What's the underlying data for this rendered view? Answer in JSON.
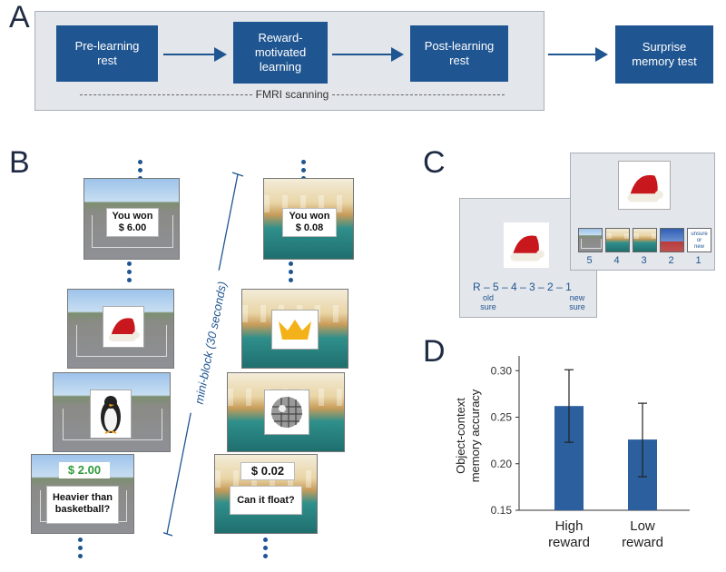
{
  "panels": {
    "a": "A",
    "b": "B",
    "c": "C",
    "d": "D"
  },
  "panel_a": {
    "steps": [
      "Pre-learning rest",
      "Reward-\nmotivated\nlearning",
      "Post-learning rest",
      "Surprise memory test"
    ],
    "scan_label": "FMRI scanning"
  },
  "panel_b": {
    "mini_block_label": "mini-block (30 seconds)",
    "left_column": {
      "win_card": [
        "You won",
        "$ 6.00"
      ],
      "reward_amount": "$ 2.00",
      "question": [
        "Heavier than",
        "basketball?"
      ]
    },
    "right_column": {
      "win_card": [
        "You won",
        "$ 0.08"
      ],
      "reward_amount": "$ 0.02",
      "question": "Can it float?"
    }
  },
  "panel_c": {
    "scale": "R – 5 – 4 – 3 – 2 – 1",
    "old_label": [
      "old",
      "sure"
    ],
    "new_label": [
      "new",
      "sure"
    ],
    "context_numbers": [
      "5",
      "4",
      "3",
      "2",
      "1"
    ],
    "unsure_label": [
      "unsure",
      "or",
      "new"
    ]
  },
  "chart_data": {
    "type": "bar",
    "categories": [
      "High\nreward",
      "Low\nreward"
    ],
    "values": [
      0.262,
      0.226
    ],
    "errors": [
      [
        0.223,
        0.301
      ],
      [
        0.186,
        0.265
      ]
    ],
    "ylabel": "Object-context\nmemory accuracy",
    "ylim": [
      0.15,
      0.31
    ],
    "yticks": [
      "0.15",
      "0.20",
      "0.25",
      "0.30"
    ],
    "ytick_values": [
      0.15,
      0.2,
      0.25,
      0.3
    ],
    "grid": false,
    "bar_color": "#2b5f9e"
  },
  "colors": {
    "box_blue": "#1f5591",
    "panel_gray": "#e3e6ea",
    "green_amount": "#2e9a3a"
  }
}
